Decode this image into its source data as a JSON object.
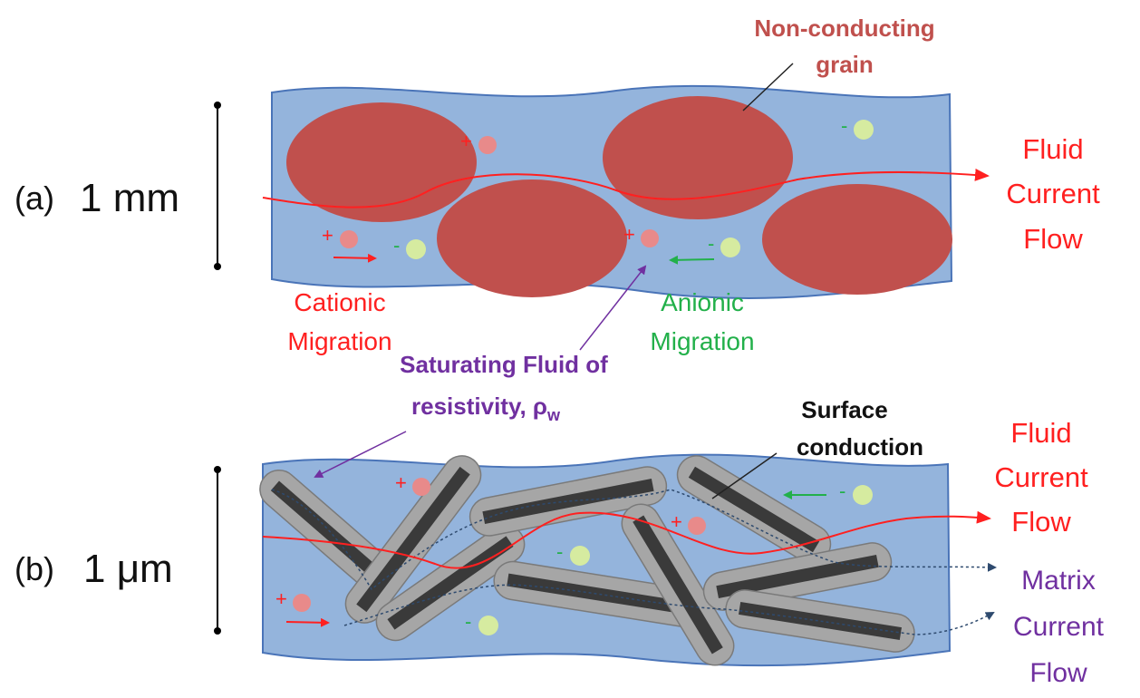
{
  "panel_a": {
    "panel_label": "(a)",
    "scale_label": "1 mm",
    "grain_label_line1": "Non-conducting",
    "grain_label_line2": "grain",
    "fluid_flow_line1": "Fluid",
    "fluid_flow_line2": "Current",
    "fluid_flow_line3": "Flow",
    "cationic_line1": "Cationic",
    "cationic_line2": "Migration",
    "anionic_line1": "Anionic",
    "anionic_line2": "Migration",
    "saturating_line1": "Saturating Fluid of",
    "saturating_line2": "resistivity, ρ",
    "saturating_sub": "w"
  },
  "panel_b": {
    "panel_label": "(b)",
    "scale_label": "1 μm",
    "surface_line1": "Surface",
    "surface_line2": "conduction",
    "fluid_flow_line1": "Fluid",
    "fluid_flow_line2": "Current",
    "fluid_flow_line3": "Flow",
    "matrix_line1": "Matrix",
    "matrix_line2": "Current",
    "matrix_line3": "Flow"
  },
  "ions": {
    "plus": "+",
    "minus": "-"
  },
  "colors": {
    "pore_fluid": "#94b4dc",
    "pore_outline": "#4a74b8",
    "grain": "#c0504d",
    "clay_halo": "#a6a6a6",
    "clay_core": "#3a3a3a",
    "cation": "#e88a8a",
    "anion": "#d6eba0",
    "red_text": "#ff2020",
    "green_text": "#22b04a",
    "purple_text": "#7030a0",
    "grain_text": "#c0504d"
  }
}
